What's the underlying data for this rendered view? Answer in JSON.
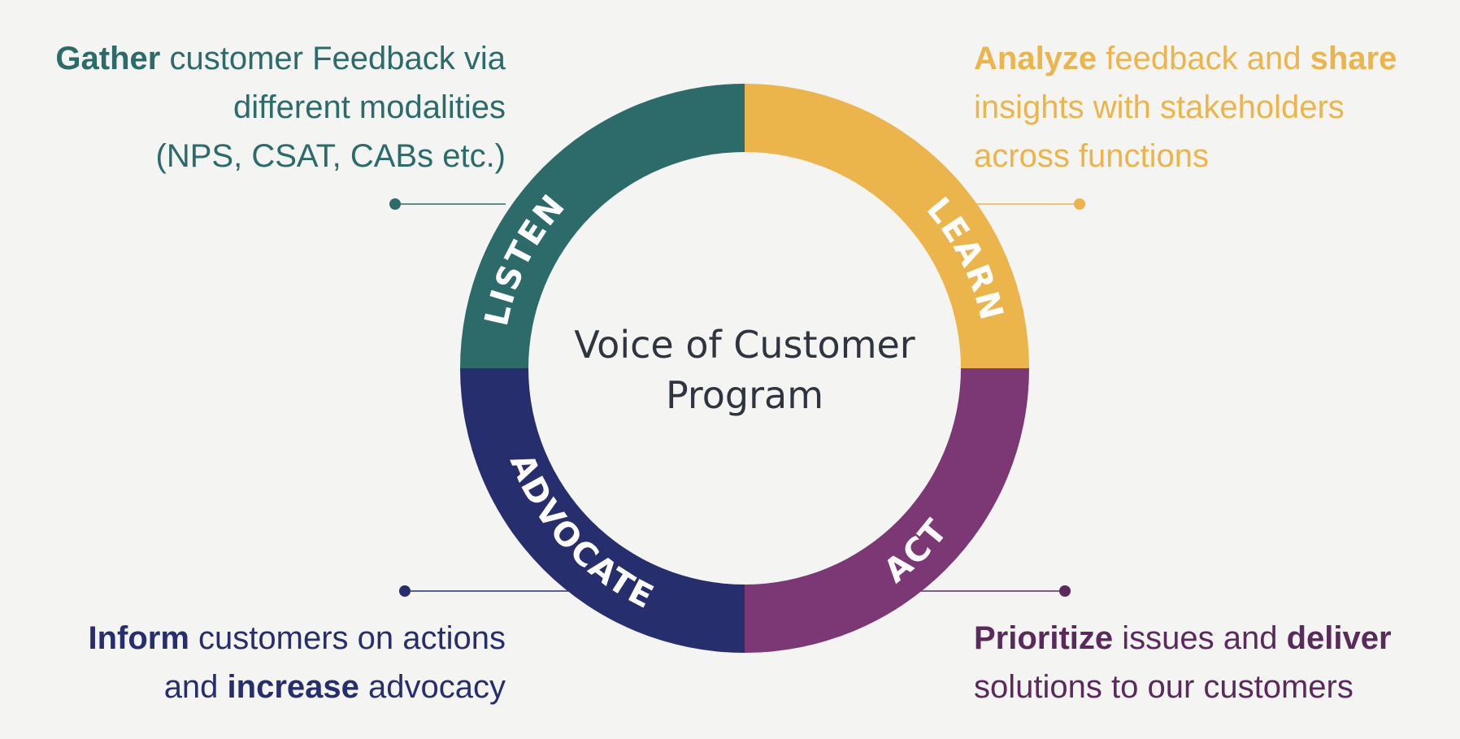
{
  "colors": {
    "background": "#f4f4f2",
    "listen": "#2c6b6a",
    "learn": "#ecb54c",
    "act": "#7b3875",
    "advocate": "#272e6d",
    "act_text": "#5b2a5c",
    "center_text": "#2f3540"
  },
  "center": {
    "line1": "Voice of Customer",
    "line2": "Program"
  },
  "segments": {
    "listen": "LISTEN",
    "learn": "LEARN",
    "act": "ACT",
    "advocate": "ADVOCATE"
  },
  "descriptions": {
    "listen": {
      "line1_bold": "Gather",
      "line1_rest": " customer Feedback via",
      "line2": "different modalities",
      "line3": "(NPS, CSAT, CABs etc.)"
    },
    "learn": {
      "line1_bold1": "Analyze",
      "line1_mid": " feedback and ",
      "line1_bold2": "share",
      "line2": "insights with stakeholders",
      "line3": "across functions"
    },
    "advocate": {
      "line1_bold": "Inform",
      "line1_rest": " customers on actions",
      "line2_pre": "and ",
      "line2_bold": "increase",
      "line2_rest": " advocacy"
    },
    "act": {
      "line1_bold1": "Prioritize",
      "line1_mid": " issues and ",
      "line1_bold2": "deliver",
      "line2": "solutions to our customers"
    }
  }
}
